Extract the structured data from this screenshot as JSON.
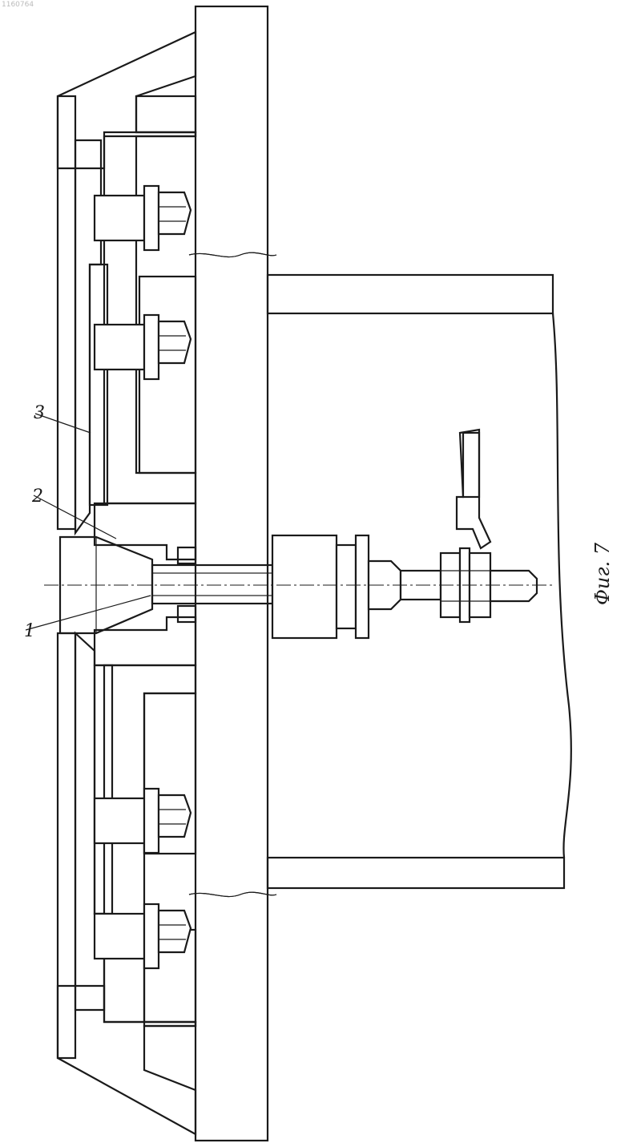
{
  "document": {
    "number": "1160764"
  },
  "figure": {
    "caption": "Фиг. 7"
  },
  "callouts": [
    {
      "label": "1"
    },
    {
      "label": "2"
    },
    {
      "label": "3"
    }
  ],
  "colors": {
    "ink": "#1a1a1a",
    "paper": "#ffffff"
  }
}
